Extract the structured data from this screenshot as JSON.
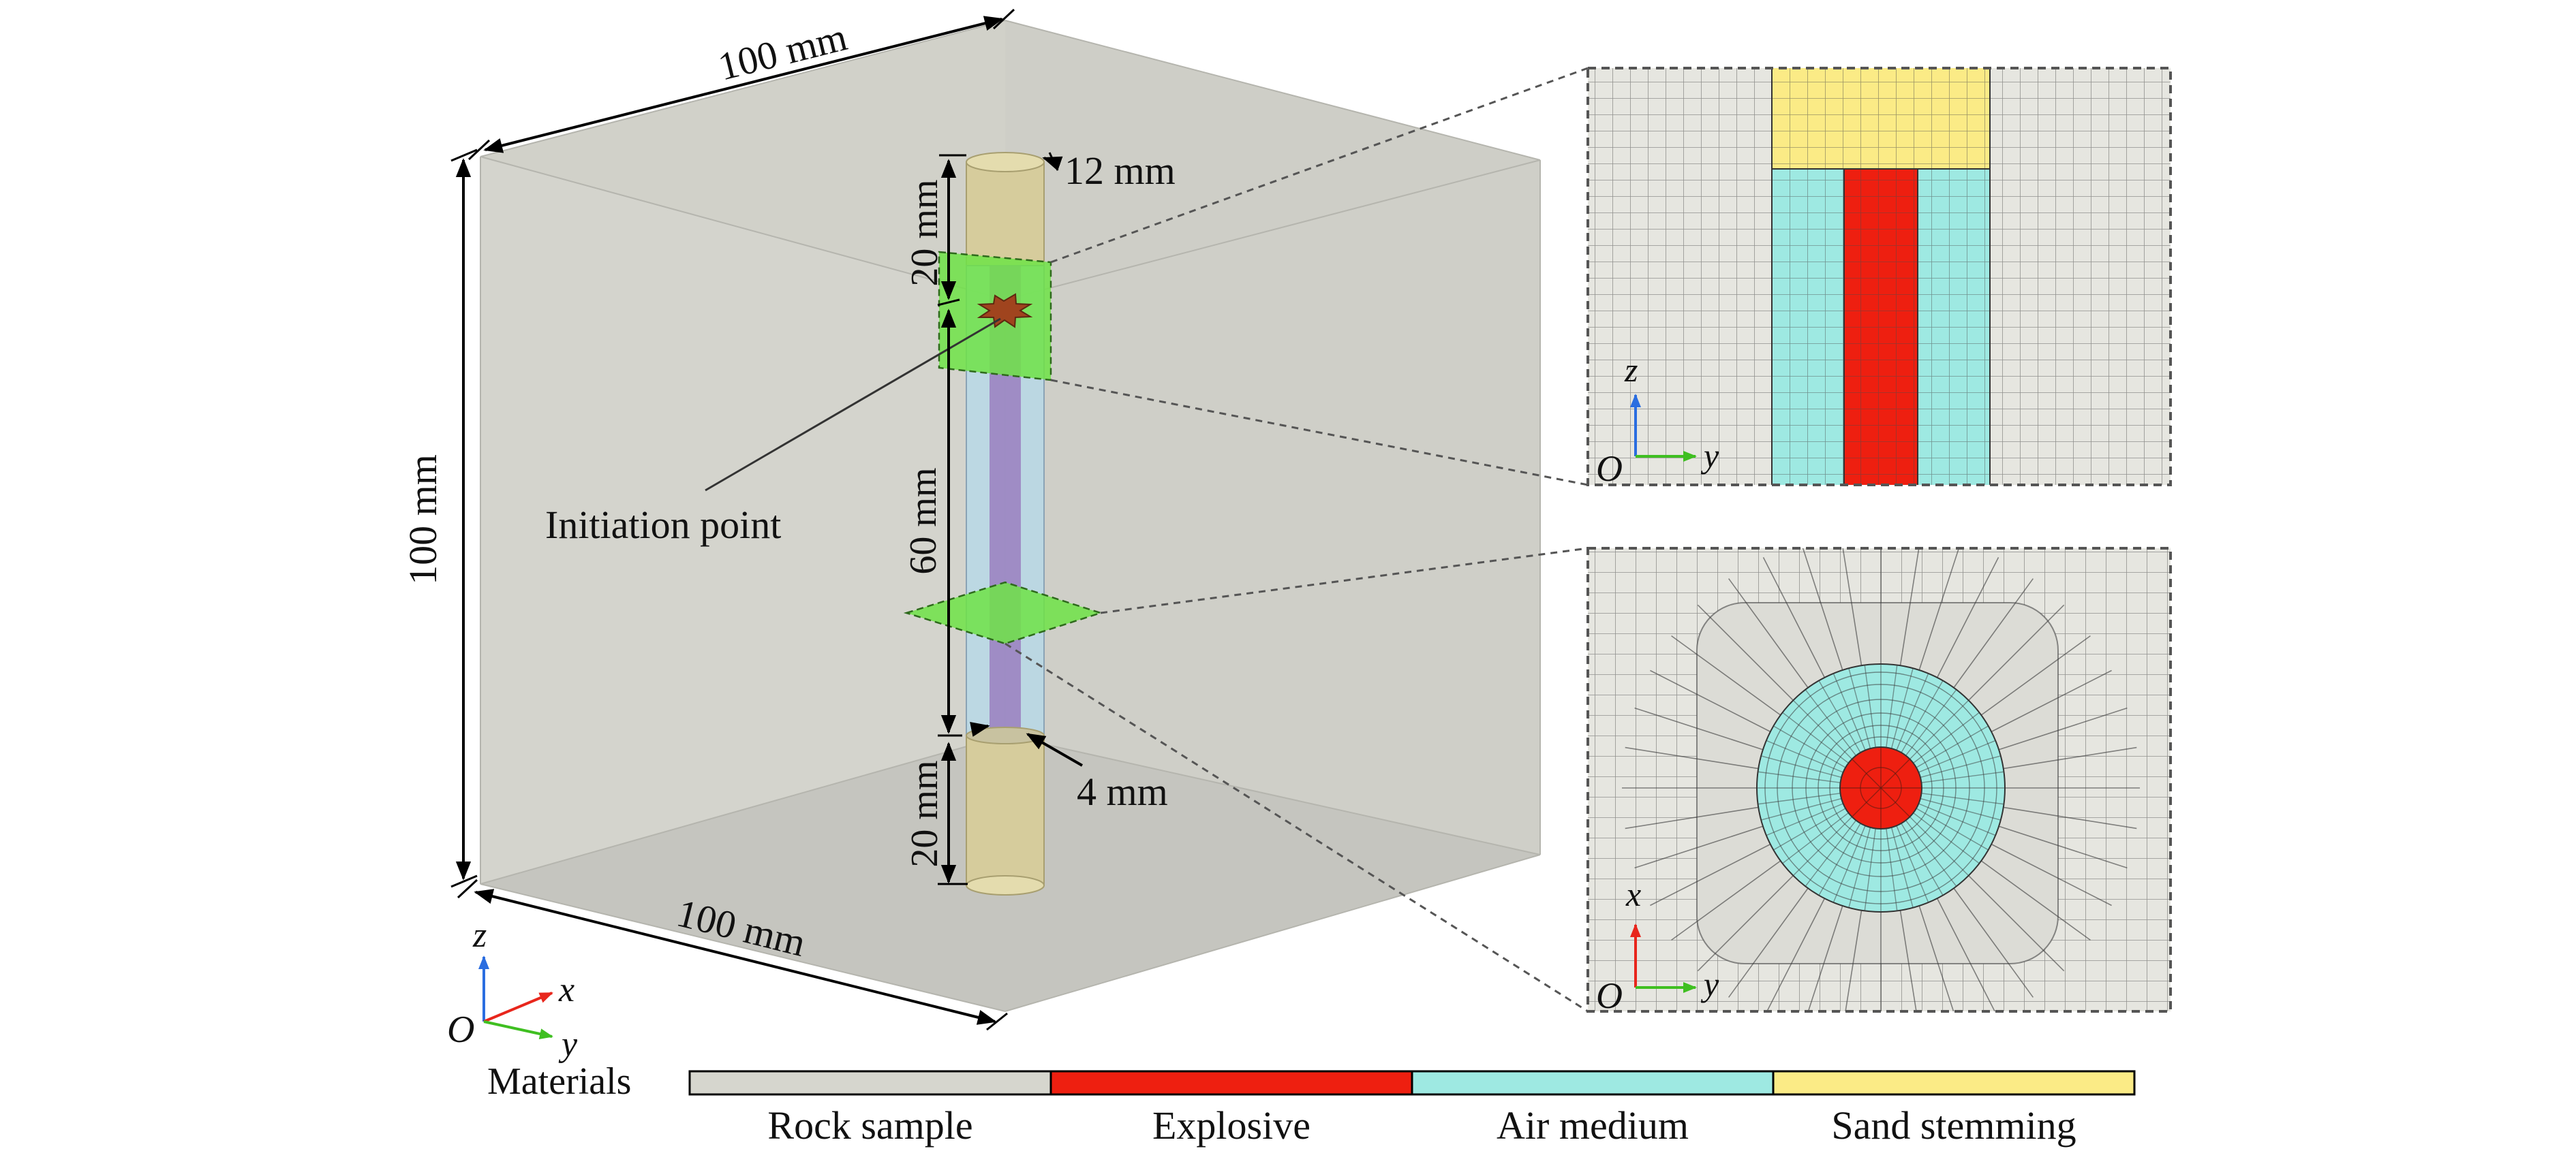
{
  "colors": {
    "rock": "#d6d6ce",
    "rock_face": "#c9c9c2",
    "explosive": "#ee1f10",
    "air": "#9ee9e2",
    "sand": "#fbeb86",
    "zoom": "#6fe346",
    "charge_core": "#9a7fc0",
    "mesh_line": "#4a4a4a",
    "axis_x": "#e8261c",
    "axis_y": "#3fbf21",
    "axis_z": "#2a6de0"
  },
  "dimensions": {
    "top_width": "100 mm",
    "height": "100 mm",
    "bottom_width": "100 mm",
    "top_stemming": "20 mm",
    "charge_length": "60 mm",
    "bottom_stemming": "20 mm",
    "borehole_diameter": "12 mm",
    "charge_diameter": "4 mm"
  },
  "annotations": {
    "initiation": "Initiation point"
  },
  "axes": {
    "main": {
      "origin": "O",
      "x": "x",
      "y": "y",
      "z": "z"
    },
    "section_top": {
      "origin": "O",
      "horizontal": "y",
      "vertical": "z"
    },
    "section_bottom": {
      "origin": "O",
      "horizontal": "y",
      "vertical": "x"
    }
  },
  "legend": {
    "title": "Materials",
    "items": [
      {
        "label": "Rock sample",
        "color": "#d6d6ce"
      },
      {
        "label": "Explosive",
        "color": "#ee1f10"
      },
      {
        "label": "Air medium",
        "color": "#9ee9e2"
      },
      {
        "label": "Sand stemming",
        "color": "#fbeb86"
      }
    ]
  }
}
